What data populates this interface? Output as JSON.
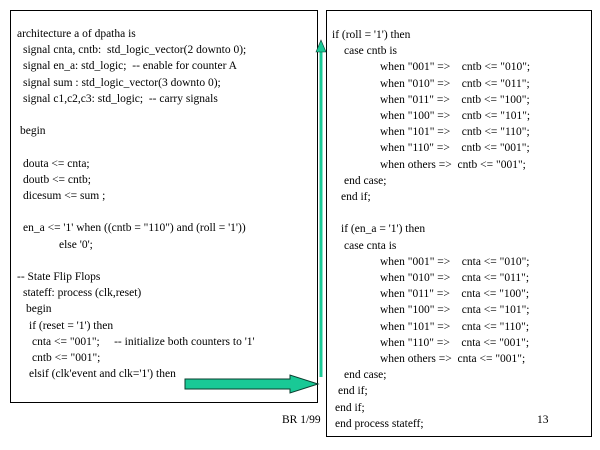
{
  "left_code": [
    {
      "text": "architecture a of dpatha is",
      "indent": 0,
      "row": 0
    },
    {
      "text": "signal cnta, cntb:  std_logic_vector(2 downto 0);",
      "indent": 1,
      "row": 1
    },
    {
      "text": "signal en_a: std_logic;  -- enable for counter A",
      "indent": 1,
      "row": 2
    },
    {
      "text": "signal sum : std_logic_vector(3 downto 0);",
      "indent": 1,
      "row": 3
    },
    {
      "text": "signal c1,c2,c3: std_logic;  -- carry signals",
      "indent": 1,
      "row": 4
    },
    {
      "text": "begin",
      "indent": 0.5,
      "row": 6
    },
    {
      "text": "douta <= cnta;",
      "indent": 1,
      "row": 8
    },
    {
      "text": "doutb <= cntb;",
      "indent": 1,
      "row": 9
    },
    {
      "text": "dicesum <= sum ;",
      "indent": 1,
      "row": 10
    },
    {
      "text": "en_a <= '1' when ((cntb = \"110\") and (roll = '1'))",
      "indent": 1,
      "row": 12
    },
    {
      "text": "else '0';",
      "indent": 7,
      "row": 13
    },
    {
      "text": "-- State Flip Flops",
      "indent": 0,
      "row": 15
    },
    {
      "text": "stateff: process (clk,reset)",
      "indent": 1,
      "row": 16
    },
    {
      "text": "begin",
      "indent": 1.5,
      "row": 17
    },
    {
      "text": "if (reset = '1') then",
      "indent": 2,
      "row": 18
    },
    {
      "text": "cnta <= \"001\";     -- initialize both counters to '1'",
      "indent": 2.5,
      "row": 19
    },
    {
      "text": "cntb <= \"001\";",
      "indent": 2.5,
      "row": 20
    },
    {
      "text": "elsif (clk'event and clk='1') then",
      "indent": 2,
      "row": 21
    }
  ],
  "right_code": [
    {
      "text": "if (roll = '1') then",
      "indent": 0,
      "row": 0
    },
    {
      "text": "case cntb is",
      "indent": 2,
      "row": 1
    },
    {
      "text": "when \"001\" =>    cntb <= \"010\";",
      "indent": 8,
      "row": 2
    },
    {
      "text": "when \"010\" =>    cntb <= \"011\";",
      "indent": 8,
      "row": 3
    },
    {
      "text": "when \"011\" =>    cntb <= \"100\";",
      "indent": 8,
      "row": 4
    },
    {
      "text": "when \"100\" =>    cntb <= \"101\";",
      "indent": 8,
      "row": 5
    },
    {
      "text": "when \"101\" =>    cntb <= \"110\";",
      "indent": 8,
      "row": 6
    },
    {
      "text": "when \"110\" =>    cntb <= \"001\";",
      "indent": 8,
      "row": 7
    },
    {
      "text": "when others =>  cntb <= \"001\";",
      "indent": 8,
      "row": 8
    },
    {
      "text": "end case;",
      "indent": 2,
      "row": 9
    },
    {
      "text": "end if;",
      "indent": 1.5,
      "row": 10
    },
    {
      "text": "if (en_a = '1') then",
      "indent": 1.5,
      "row": 12
    },
    {
      "text": "case cnta is",
      "indent": 2,
      "row": 13
    },
    {
      "text": "when \"001\" =>    cnta <= \"010\";",
      "indent": 8,
      "row": 14
    },
    {
      "text": "when \"010\" =>    cnta <= \"011\";",
      "indent": 8,
      "row": 15
    },
    {
      "text": "when \"011\" =>    cnta <= \"100\";",
      "indent": 8,
      "row": 16
    },
    {
      "text": "when \"100\" =>    cnta <= \"101\";",
      "indent": 8,
      "row": 17
    },
    {
      "text": "when \"101\" =>    cnta <= \"110\";",
      "indent": 8,
      "row": 18
    },
    {
      "text": "when \"110\" =>    cnta <= \"001\";",
      "indent": 8,
      "row": 19
    },
    {
      "text": "when others =>  cnta <= \"001\";",
      "indent": 8,
      "row": 20
    },
    {
      "text": "end case;",
      "indent": 2,
      "row": 21
    },
    {
      "text": "end if;",
      "indent": 1,
      "row": 22
    },
    {
      "text": "end if;",
      "indent": 0.5,
      "row": 23
    },
    {
      "text": "end process stateff;",
      "indent": 0.5,
      "row": 24
    }
  ],
  "footer": {
    "author_date": "BR 1/99",
    "page_number": "13"
  },
  "colors": {
    "arrow": "#19c996",
    "arrow_outline": "#0a3d2e"
  }
}
